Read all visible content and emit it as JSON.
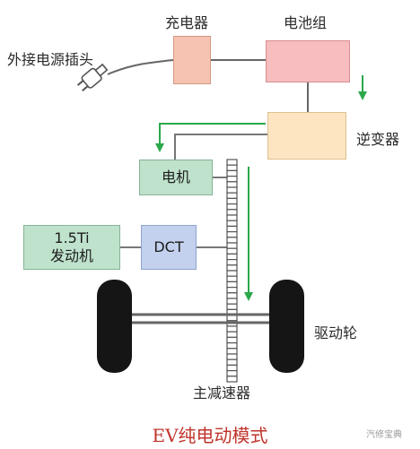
{
  "labels": {
    "charger": "充电器",
    "battery": "电池组",
    "plug": "外接电源插头",
    "inverter": "逆变器",
    "motor": "电机",
    "engine_line1": "1.5Ti",
    "engine_line2": "发动机",
    "dct": "DCT",
    "wheel": "驱动轮",
    "final_drive": "主减速器"
  },
  "title": "EV纯电动模式",
  "watermark": "汽修宝典",
  "colors": {
    "charger": "#f6c3b2",
    "battery": "#f8bdbe",
    "inverter": "#fde5c2",
    "motor": "#bfe2cc",
    "engine": "#bfe2cc",
    "dct": "#c3d1ee",
    "energy_flow": "#2aa84a",
    "title": "#c0342c"
  }
}
